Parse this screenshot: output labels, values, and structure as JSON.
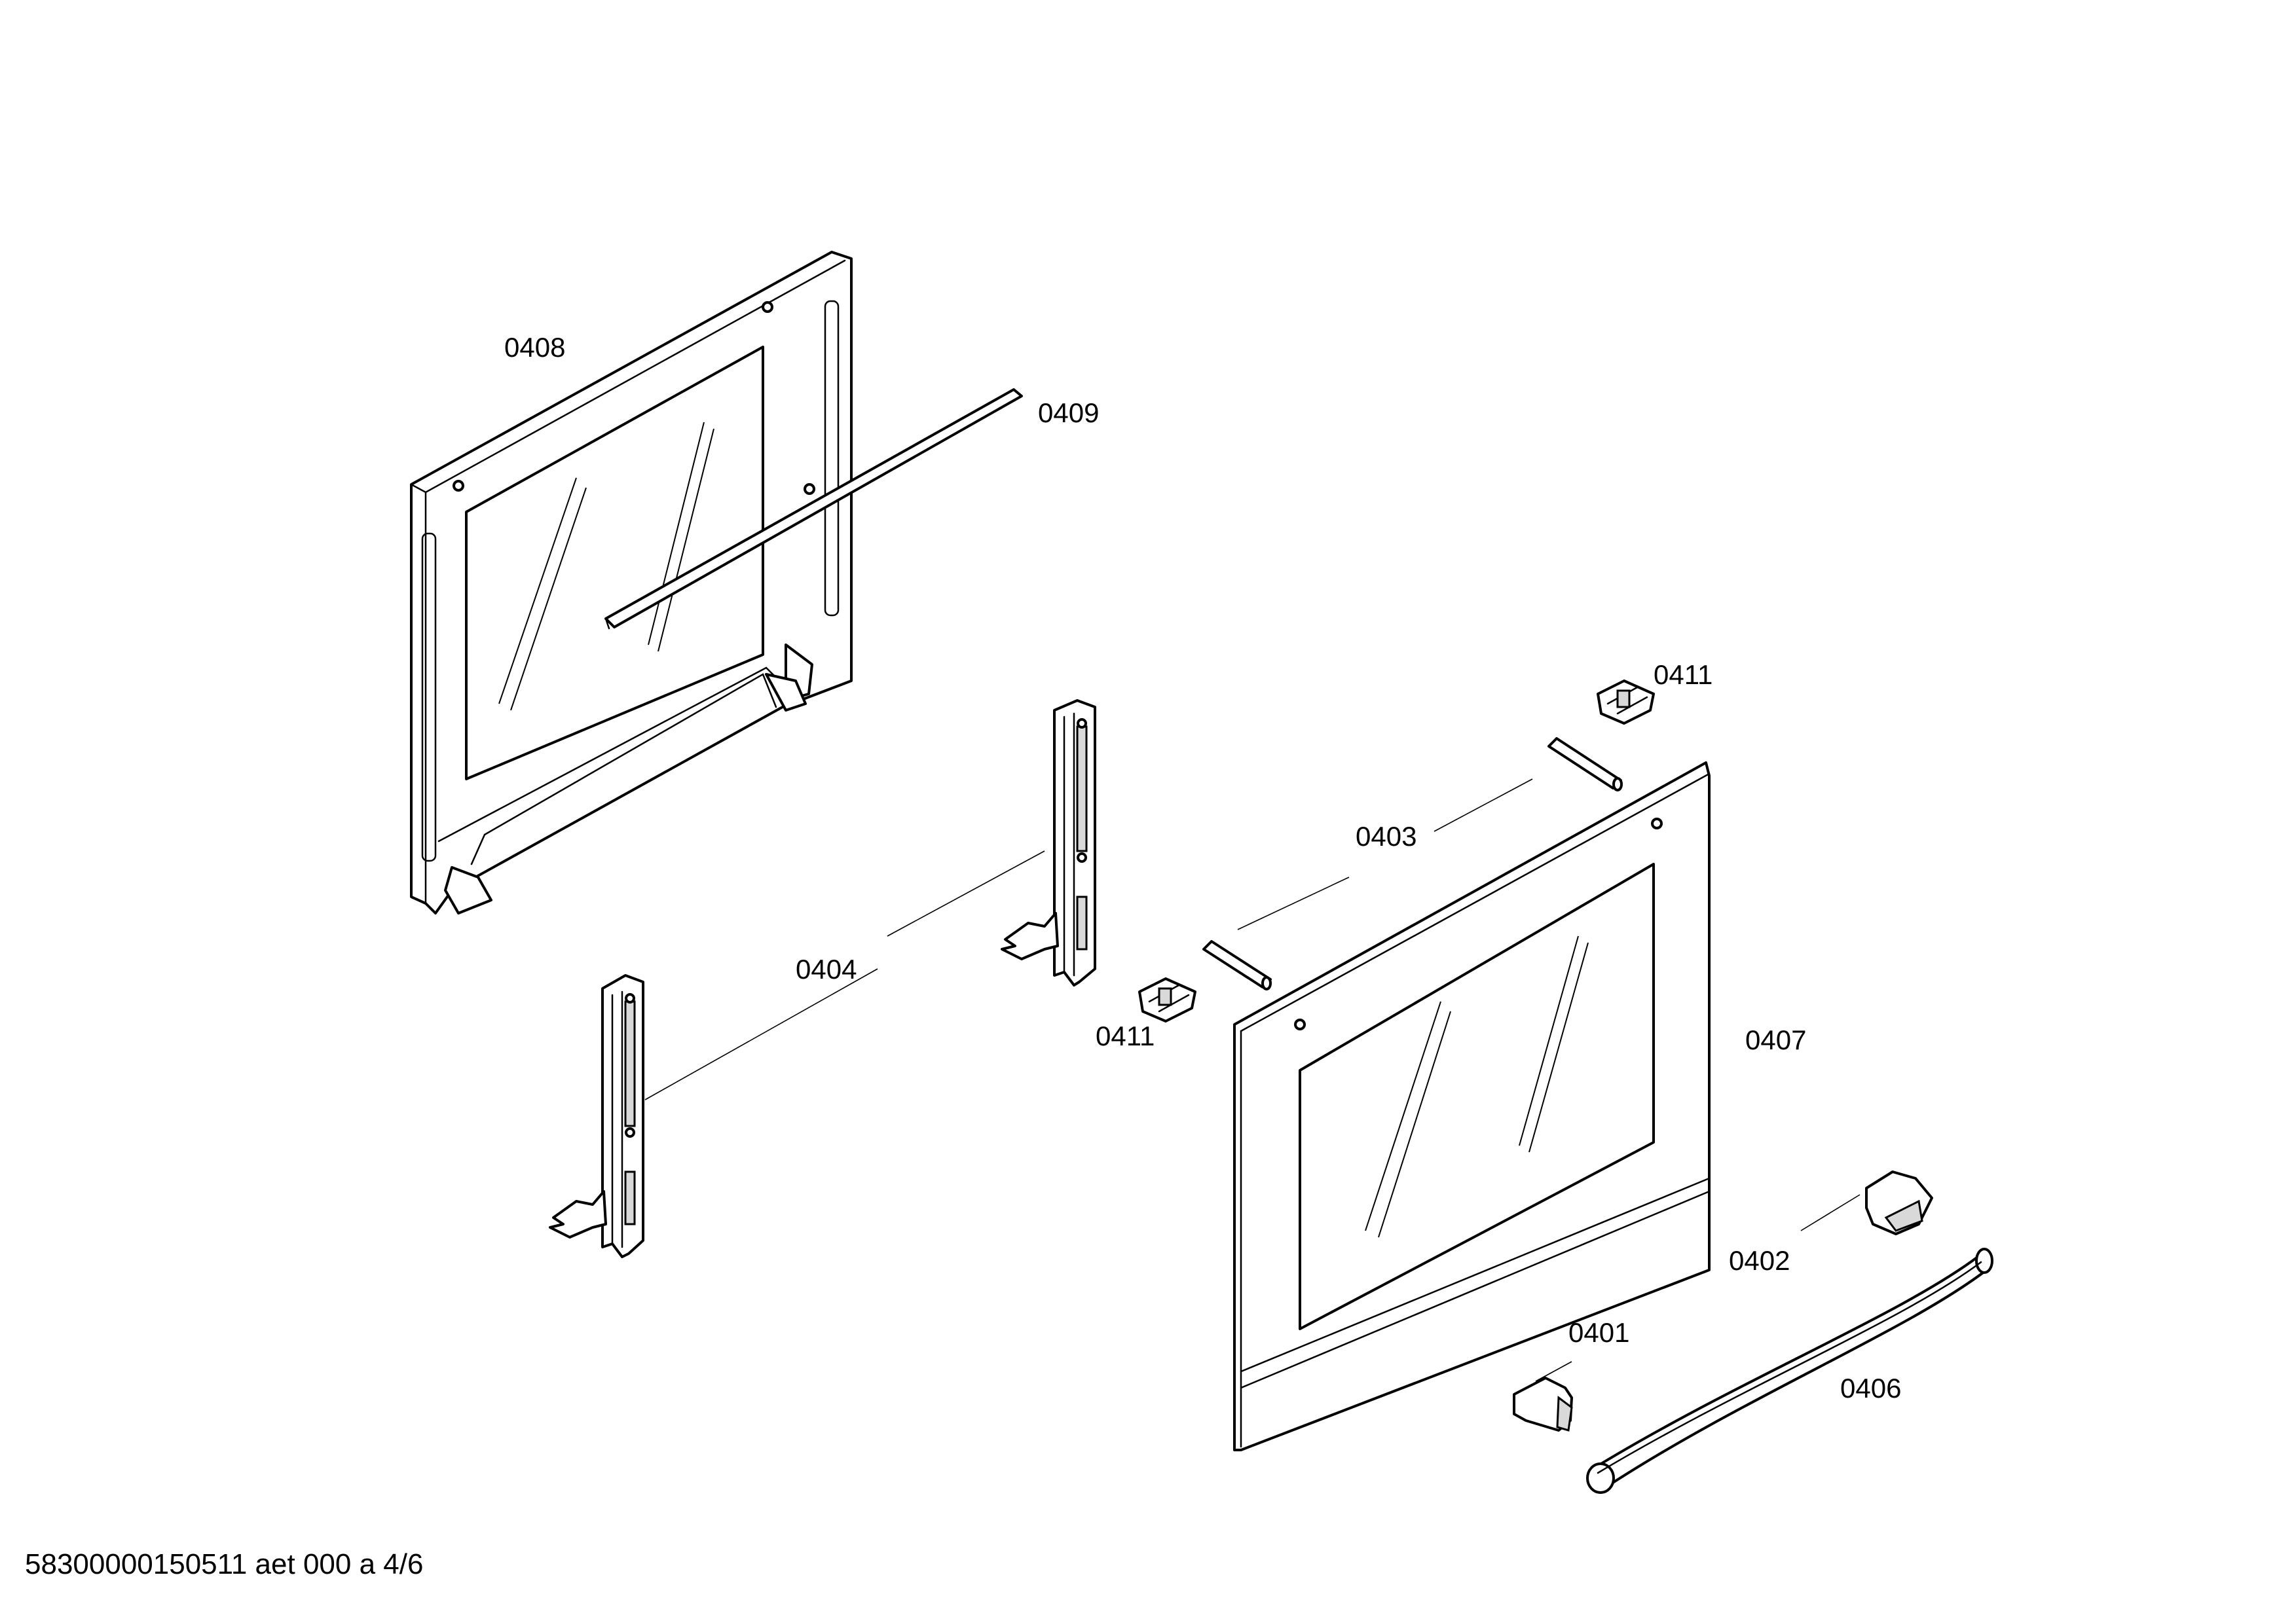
{
  "parts": {
    "p0401": "0401",
    "p0402": "0402",
    "p0403": "0403",
    "p0404": "0404",
    "p0406": "0406",
    "p0407": "0407",
    "p0408": "0408",
    "p0409": "0409",
    "p0411_top": "0411",
    "p0411_mid": "0411"
  },
  "footer": {
    "drawing_code": "58300000150511 aet 000 a 4/6"
  }
}
